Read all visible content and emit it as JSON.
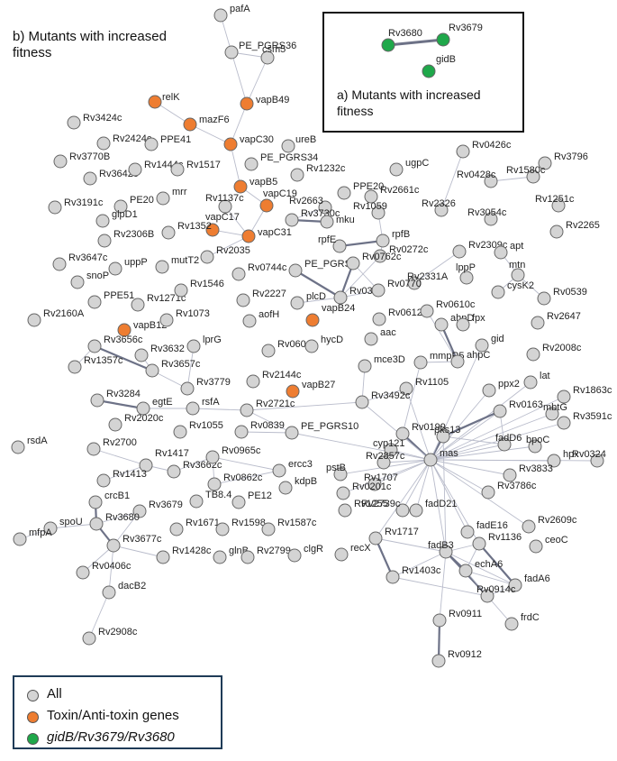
{
  "panel_b_title": "b) Mutants with increased fitness",
  "panel_a_title": "a) Mutants with increased fitness",
  "legend": [
    {
      "label": "All",
      "color": "#d4d4d4"
    },
    {
      "label": "Toxin/Anti-toxin genes",
      "color": "#ee7d31"
    },
    {
      "label": "gidB/Rv3679/Rv3680",
      "color": "#1fa84a"
    }
  ],
  "colors": {
    "all": "#d4d4d4",
    "toxin": "#ee7d31",
    "gid": "#1fa84a",
    "edge": "#b9bccb",
    "strong_edge": "#6d7287",
    "node_border": "#666666"
  },
  "inset_nodes": [
    "Rv3680",
    "Rv3679",
    "gidB"
  ],
  "nodes": [
    "pafA",
    "PE_PGRS36",
    "csm5",
    "relK",
    "vapB49",
    "mazF6",
    "vapC30",
    "ureB",
    "PE_PGRS34",
    "vapB5",
    "vapC19",
    "Rv1137c",
    "vapC17",
    "vapC31",
    "Rv3424c",
    "Rv2424c",
    "PPE41",
    "Rv3770B",
    "Rv3642c",
    "Rv1444c",
    "Rv1517",
    "Rv3191c",
    "PE20",
    "mrr",
    "glpD1",
    "Rv1352",
    "Rv2306B",
    "Rv3647c",
    "uppP",
    "mutT2",
    "snoP",
    "Rv2035",
    "PPE51",
    "Rv1271c",
    "Rv1546",
    "Rv2160A",
    "vapB12",
    "Rv1073",
    "Rv3656c",
    "Rv3632",
    "lprG",
    "Rv1357c",
    "Rv3657c",
    "Rv3779",
    "Rv3284",
    "egtE",
    "rsfA",
    "Rv2020c",
    "Rv1055",
    "rsdA",
    "Rv2700",
    "Rv1417",
    "Rv1413",
    "Rv3662c",
    "crcB1",
    "Rv3679",
    "Rv3680",
    "spoU",
    "mfpA",
    "Rv3677c",
    "Rv1428c",
    "Rv0406c",
    "dacB2",
    "Rv2908c",
    "Rv1232c",
    "PPE20",
    "ugpC",
    "Rv0426c",
    "Rv3796",
    "Rv0428c",
    "Rv1580c",
    "Rv2663",
    "Rv2661c",
    "Rv1059",
    "Rv2326",
    "Rv3054c",
    "Rv1251c",
    "Rv3730c",
    "mku",
    "Rv2265",
    "rpfE",
    "rpfB",
    "Rv0272c",
    "Rv2309c",
    "apt",
    "Rv0744c",
    "PE_PGRS",
    "Rv0762c",
    "Rv2331A",
    "lppP",
    "mtn",
    "Rv2227",
    "plcD",
    "Rv0311",
    "Rv0770",
    "cysK2",
    "Rv0539",
    "aofH",
    "vapB24",
    "Rv0612",
    "Rv0610c",
    "ahpD",
    "fpx",
    "Rv2647",
    "aac",
    "gid",
    "Rv0601c",
    "hycD",
    "mce3D",
    "mmpR5",
    "ahpC",
    "Rv2008c",
    "Rv2144c",
    "vapB27",
    "Rv1105",
    "ppx2",
    "lat",
    "Rv3492c",
    "Rv1863c",
    "Rv2721c",
    "Rv0163",
    "mbtG",
    "Rv3591c",
    "Rv0839",
    "PE_PGRS10",
    "Rv0199",
    "pks13",
    "fadD6",
    "bpoC",
    "cyp121",
    "Rv2857c",
    "mas",
    "hpx",
    "Rv0324",
    "Rv0965c",
    "ercc3",
    "pstB",
    "Rv1707",
    "Rv3833",
    "Rv0862c",
    "kdpB",
    "Rv0201c",
    "Rv3786c",
    "TB8.4",
    "PE12",
    "Rv1255",
    "Rv2739c",
    "fadD21",
    "Rv1671",
    "Rv1598",
    "Rv1587c",
    "Rv2609c",
    "fadE16",
    "glnB",
    "Rv2799",
    "clgR",
    "recX",
    "Rv1717",
    "Rv1136",
    "ceoC",
    "fadB3",
    "echA6",
    "Rv1403c",
    "fadA6",
    "Rv0914c",
    "frdC",
    "Rv0911",
    "Rv0912"
  ]
}
